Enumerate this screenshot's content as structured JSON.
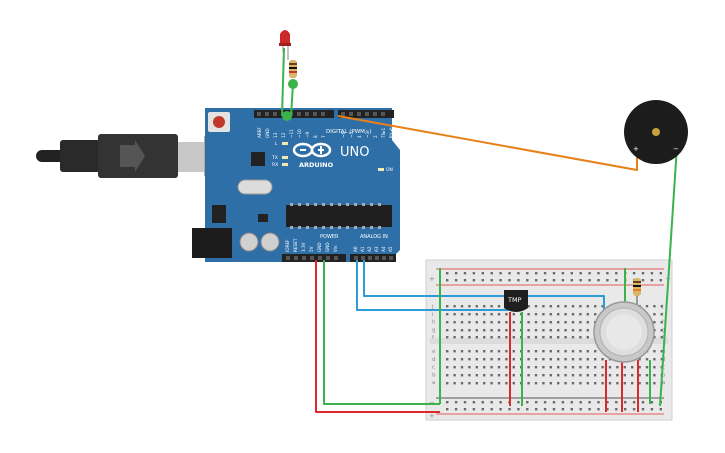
{
  "board": {
    "brand": "ARDUINO",
    "model": "UNO",
    "header_digital": "DIGITAL (PWM~)",
    "header_power": "POWER",
    "header_analog": "ANALOG IN",
    "led_on": "ON",
    "led_tx": "TX",
    "led_rx": "RX",
    "led_l": "L",
    "digital_pins": [
      "AREF",
      "GND",
      "13",
      "12",
      "~11",
      "~10",
      "~9",
      "8",
      "7",
      "~6",
      "~5",
      "4",
      "~3",
      "2",
      "TX▸1",
      "RX◂0"
    ],
    "power_pins": [
      "IOREF",
      "RESET",
      "3.3V",
      "5V",
      "GND",
      "GND",
      "Vin"
    ],
    "analog_pins": [
      "A0",
      "A1",
      "A2",
      "A3",
      "A4",
      "A5"
    ]
  },
  "sensor": {
    "label": "TMP"
  },
  "buzzer": {
    "plus": "+",
    "minus": "−"
  },
  "breadboard": {
    "rows_top": [
      "j",
      "i",
      "h",
      "g",
      "f"
    ],
    "rows_bottom": [
      "e",
      "d",
      "c",
      "b",
      "a"
    ],
    "rail_plus": "+",
    "rail_minus": "−"
  },
  "colors": {
    "board": "#2e6fa8",
    "wire_green": "#3ab34a",
    "wire_red": "#e0282c",
    "wire_blue": "#2e9ad6",
    "wire_orange": "#e8801a",
    "led": "#cc2a2a"
  }
}
